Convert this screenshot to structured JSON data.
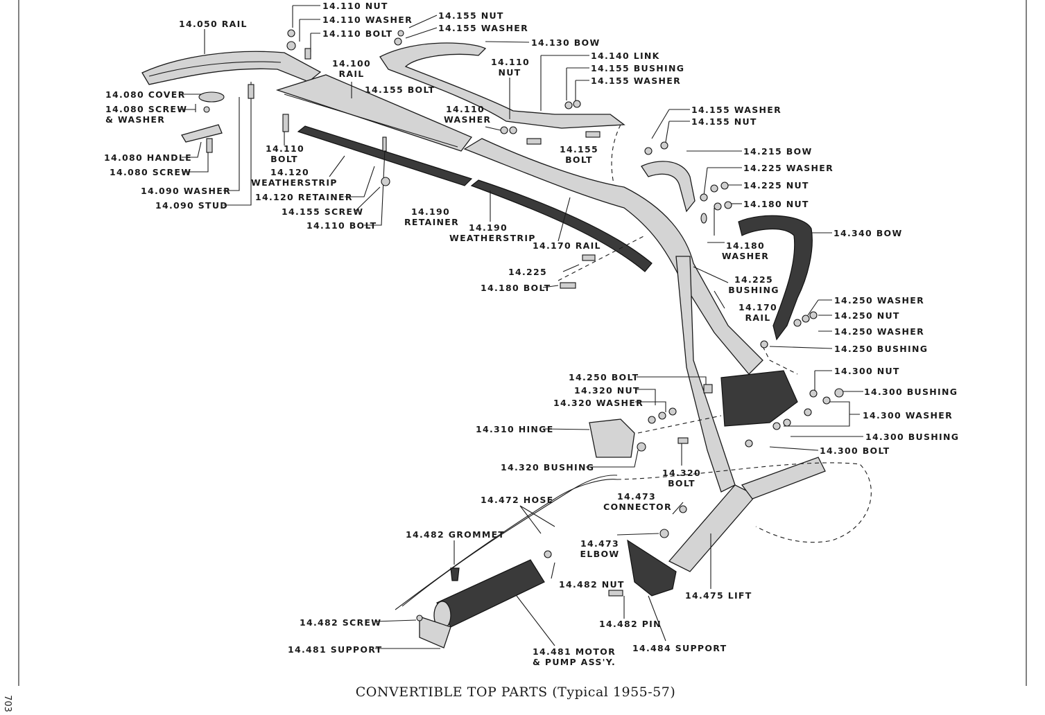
{
  "caption": {
    "main": "CONVERTIBLE TOP PARTS",
    "years": "(Typical 1955-57)"
  },
  "page_number": "703",
  "labels": {
    "l14110nut_top": "14.110 NUT",
    "l14110washer_top": "14.110 WASHER",
    "l14110bolt_top": "14.110 BOLT",
    "l14050rail": "14.050 RAIL",
    "l14155nut_top": "14.155 NUT",
    "l14155washer_top": "14.155 WASHER",
    "l14130bow": "14.130 BOW",
    "l14140link": "14.140 LINK",
    "l14155bushing": "14.155 BUSHING",
    "l14155washer_2": "14.155 WASHER",
    "l14100rail_1": "14.100",
    "l14100rail_2": "RAIL",
    "l14110nut_mid_1": "14.110",
    "l14110nut_mid_2": "NUT",
    "l14155bolt": "14.155 BOLT",
    "l14080cover": "14.080 COVER",
    "l14080screw_1": "14.080 SCREW",
    "l14080screw_2": "& WASHER",
    "l14110washer_mid_1": "14.110",
    "l14110washer_mid_2": "WASHER",
    "l14155washer_3": "14.155 WASHER",
    "l14155nut_2": "14.155 NUT",
    "l14080handle": "14.080 HANDLE",
    "l14080screw_b": "14.080 SCREW",
    "l14110bolt_mid_1": "14.110",
    "l14110bolt_mid_2": "BOLT",
    "l14155bolt_2_1": "14.155",
    "l14155bolt_2_2": "BOLT",
    "l14215bow": "14.215 BOW",
    "l14120ws_1": "14.120",
    "l14120ws_2": "WEATHERSTRIP",
    "l14225washer": "14.225 WASHER",
    "l14090washer": "14.090 WASHER",
    "l14120retainer": "14.120 RETAINER",
    "l14225nut": "14.225 NUT",
    "l14090stud": "14.090 STUD",
    "l14180nut": "14.180 NUT",
    "l14155screw": "14.155 SCREW",
    "l14190ret_1": "14.190",
    "l14190ret_2": "RETAINER",
    "l14110bolt_b": "14.110 BOLT",
    "l14190ws_1": "14.190",
    "l14190ws_2": "WEATHERSTRIP",
    "l14340bow": "14.340 BOW",
    "l14170rail": "14.170 RAIL",
    "l14180washer_1": "14.180",
    "l14180washer_2": "WASHER",
    "l14225": "14.225",
    "l14180bolt": "14.180 BOLT",
    "l14225bush_1": "14.225",
    "l14225bush_2": "BUSHING",
    "l14250washer_1": "14.250 WASHER",
    "l14170rail2_1": "14.170",
    "l14170rail2_2": "RAIL",
    "l14250nut": "14.250 NUT",
    "l14250washer_2": "14.250 WASHER",
    "l14250bushing": "14.250 BUSHING",
    "l14300nut": "14.300 NUT",
    "l14250bolt": "14.250 BOLT",
    "l14300bushing_1": "14.300 BUSHING",
    "l14320nut": "14.320 NUT",
    "l14320washer": "14.320 WASHER",
    "l14300washer": "14.300 WASHER",
    "l14300bushing_2": "14.300 BUSHING",
    "l14310hinge": "14.310 HINGE",
    "l14300bolt": "14.300 BOLT",
    "l14320bolt_1": "14.320",
    "l14320bolt_2": "BOLT",
    "l14320bushing": "14.320 BUSHING",
    "l14472hose": "14.472 HOSE",
    "l14473conn_1": "14.473",
    "l14473conn_2": "CONNECTOR",
    "l14482grommet": "14.482 GROMMET",
    "l14473elbow_1": "14.473",
    "l14473elbow_2": "ELBOW",
    "l14482nut": "14.482 NUT",
    "l14475lift": "14.475 LIFT",
    "l14482screw": "14.482 SCREW",
    "l14482pin": "14.482 PIN",
    "l14481support": "14.481 SUPPORT",
    "l14481motor_1": "14.481 MOTOR",
    "l14481motor_2": "& PUMP ASS'Y.",
    "l14484support": "14.484 SUPPORT"
  }
}
